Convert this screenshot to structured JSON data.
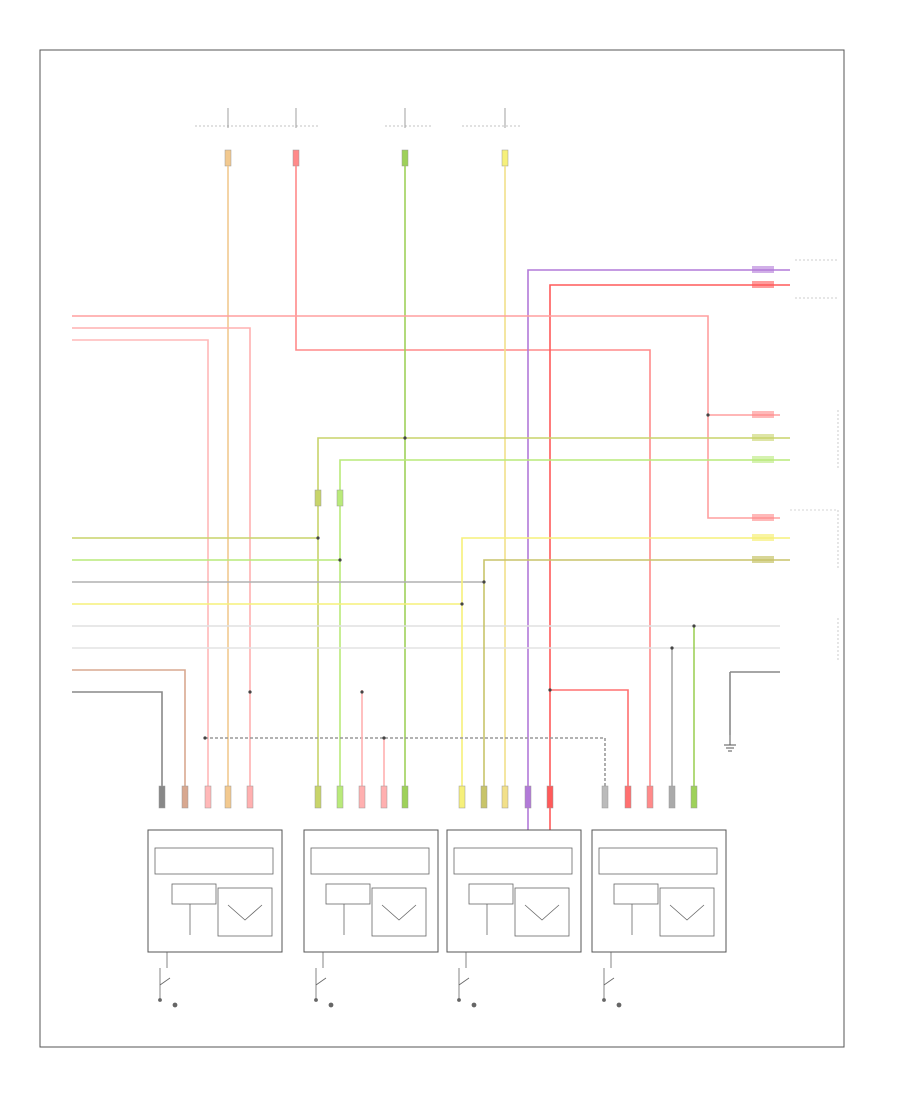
{
  "diagram": {
    "footer_code": "",
    "colors": {
      "red": "#ff8a8a",
      "pink": "#ffb0b0",
      "orange": "#f2c98f",
      "green": "#9ed15a",
      "lightgreen": "#c9ee8c",
      "yellow": "#f6f07a",
      "purple": "#b27ad8",
      "brightred": "#ff5a5a",
      "gray": "#a8a8a8",
      "olive": "#c8c46a",
      "frame": "#555555"
    },
    "fuse_boxes": [
      {
        "id": "fuse-1",
        "title": "",
        "sub": ""
      },
      {
        "id": "fuse-2",
        "title": "",
        "sub": ""
      },
      {
        "id": "fuse-3",
        "title": "",
        "sub": ""
      },
      {
        "id": "fuse-4",
        "title": "",
        "sub": ""
      }
    ],
    "side_labels": {
      "top_left": "",
      "top_right": "",
      "right_upper": "",
      "right_lr": "",
      "right_rr": "",
      "right_pass": ""
    },
    "modules": [
      {
        "id": "module-1",
        "top": "",
        "sub1": "",
        "sub2": "",
        "name": ""
      },
      {
        "id": "module-2",
        "top": "",
        "sub1": "",
        "sub2": "",
        "name": ""
      },
      {
        "id": "module-3",
        "top": "",
        "sub1": "",
        "sub2": "",
        "name": ""
      },
      {
        "id": "module-4",
        "top": "",
        "sub1": "",
        "sub2": "",
        "name": ""
      }
    ],
    "switches": [
      {
        "id": "switch-1",
        "label": ""
      },
      {
        "id": "switch-2",
        "label": ""
      },
      {
        "id": "switch-3",
        "label": ""
      },
      {
        "id": "switch-4",
        "label": ""
      }
    ],
    "ground": {
      "label": ""
    }
  }
}
